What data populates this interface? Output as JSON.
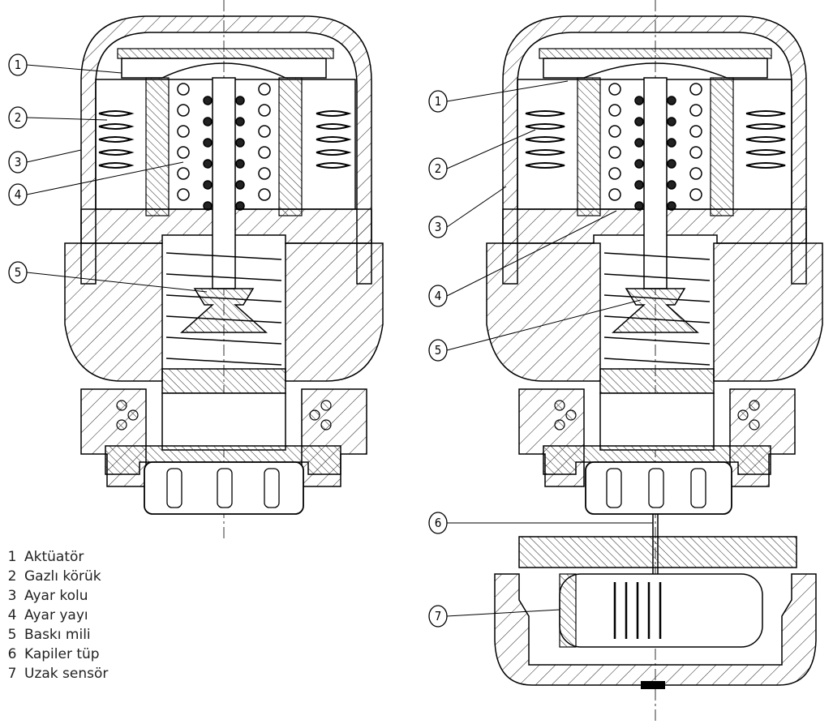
{
  "left_callouts": [
    "1",
    "2",
    "3",
    "4",
    "5"
  ],
  "right_callouts": [
    "1",
    "2",
    "3",
    "4",
    "5",
    "6",
    "7"
  ],
  "legend": [
    {
      "num": "1",
      "text": "Aktüatör"
    },
    {
      "num": "2",
      "text": "Gazlı körük"
    },
    {
      "num": "3",
      "text": "Ayar kolu"
    },
    {
      "num": "4",
      "text": "Ayar yayı"
    },
    {
      "num": "5",
      "text": "Baskı mili"
    },
    {
      "num": "6",
      "text": "Kapiler tüp"
    },
    {
      "num": "7",
      "text": "Uzak sensör"
    }
  ]
}
